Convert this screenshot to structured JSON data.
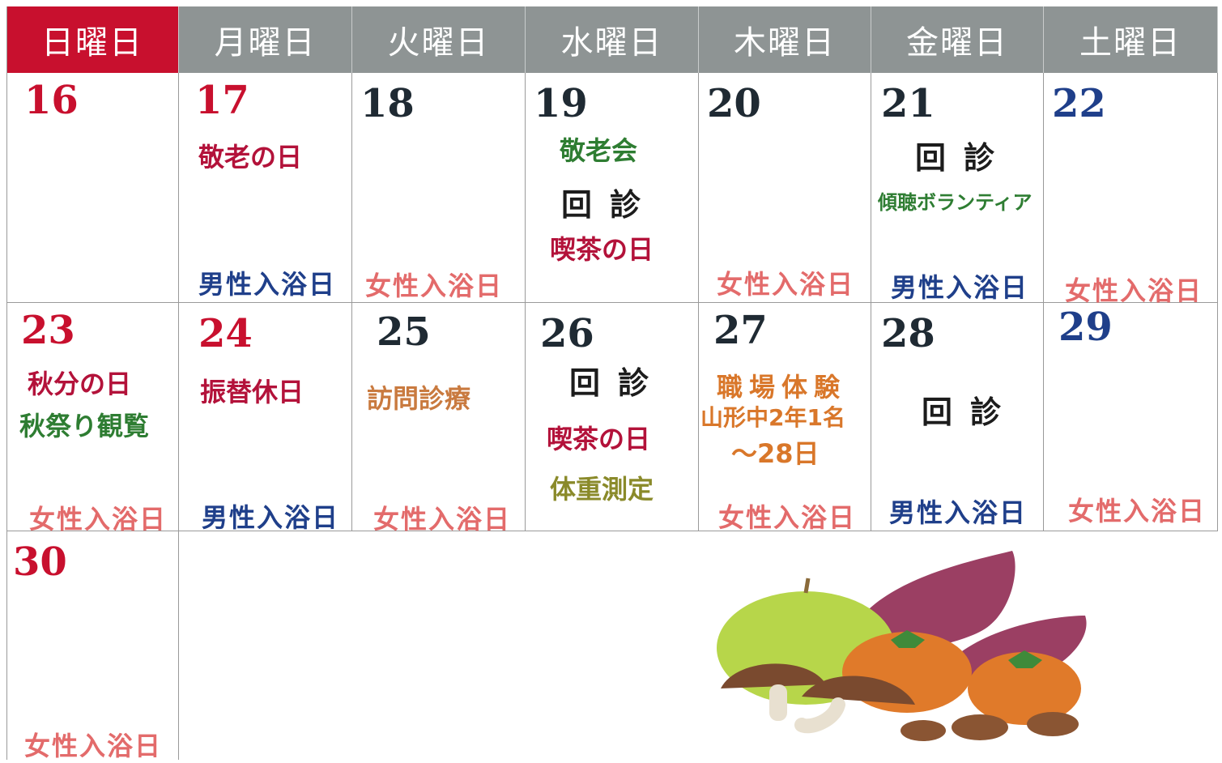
{
  "weekdays": [
    "日曜日",
    "月曜日",
    "火曜日",
    "水曜日",
    "木曜日",
    "金曜日",
    "土曜日"
  ],
  "weeks": {
    "w1": {
      "sun": {
        "day": "16",
        "bath": ""
      },
      "mon": {
        "day": "17",
        "e1": "敬老の日",
        "bath": "男性入浴日"
      },
      "tue": {
        "day": "18",
        "bath": "女性入浴日"
      },
      "wed": {
        "day": "19",
        "e1": "敬老会",
        "e2": "回診",
        "e3": "喫茶の日",
        "bath": ""
      },
      "thu": {
        "day": "20",
        "bath": "女性入浴日"
      },
      "fri": {
        "day": "21",
        "e1": "回診",
        "e2": "傾聴ボランティア",
        "bath": "男性入浴日"
      },
      "sat": {
        "day": "22",
        "bath": "女性入浴日"
      }
    },
    "w2": {
      "sun": {
        "day": "23",
        "e1": "秋分の日",
        "e2": "秋祭り観覧",
        "bath": "女性入浴日"
      },
      "mon": {
        "day": "24",
        "e1": "振替休日",
        "bath": "男性入浴日"
      },
      "tue": {
        "day": "25",
        "e1": "訪問診療",
        "bath": "女性入浴日"
      },
      "wed": {
        "day": "26",
        "e1": "回診",
        "e2": "喫茶の日",
        "e3": "体重測定",
        "bath": ""
      },
      "thu": {
        "day": "27",
        "e1": "職場体験",
        "e2": "山形中2年1名",
        "e3": "～28日",
        "bath": "女性入浴日"
      },
      "fri": {
        "day": "28",
        "e1": "回診",
        "bath": "男性入浴日"
      },
      "sat": {
        "day": "29",
        "bath": "女性入浴日"
      }
    },
    "w3": {
      "sun": {
        "day": "30",
        "bath": "女性入浴日"
      }
    }
  },
  "colors": {
    "sunday_header": "#c8102e",
    "header": "#8e9494",
    "holiday_red": "#c8102e",
    "saturday_blue": "#1f3f8a",
    "female_bath_pink": "#e36b6b",
    "male_bath_blue": "#1f3f8a"
  },
  "illustration": "autumn-produce-illustration"
}
